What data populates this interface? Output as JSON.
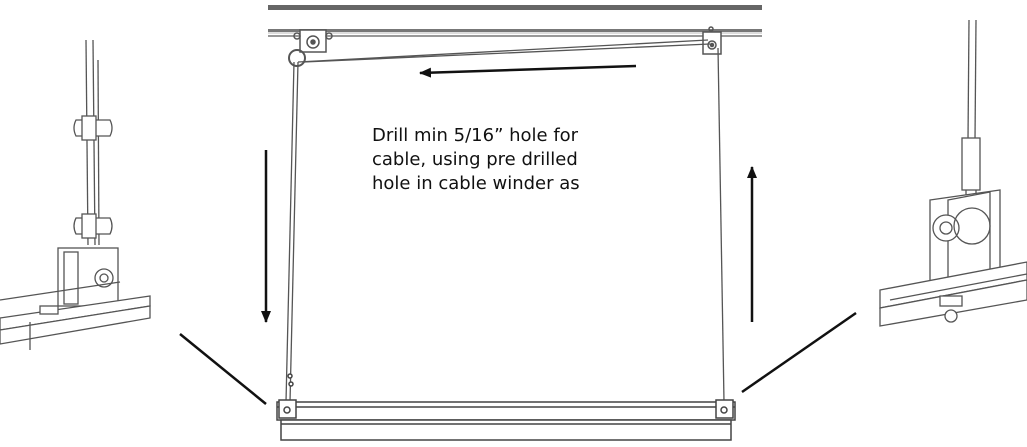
{
  "instructions": {
    "line1": "Drill min 5/16” hole for",
    "line2": "cable, using pre drilled",
    "line3": "hole in cable winder as"
  },
  "colors": {
    "line": "#555555",
    "arrow": "#111111",
    "bar": "#444444"
  },
  "icons": {
    "left_detail": "cable-clamp-detail",
    "right_detail": "pulley-bracket-detail",
    "direction": "arrow"
  }
}
